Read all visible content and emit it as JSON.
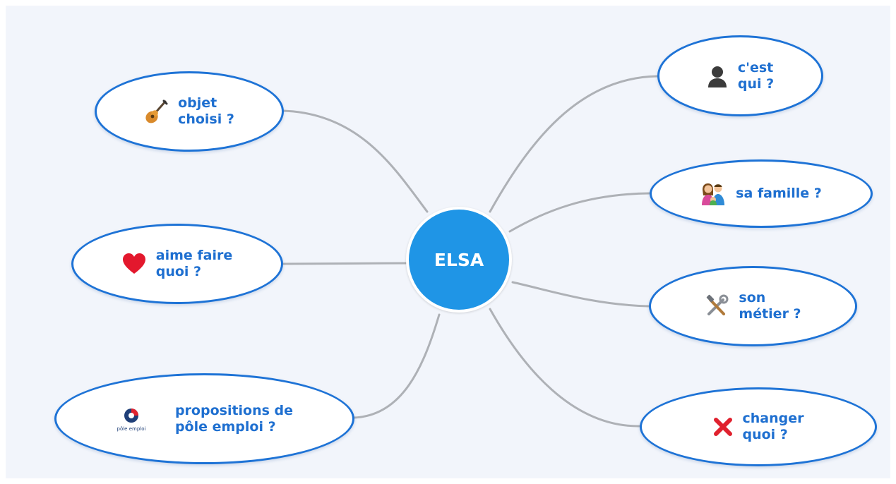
{
  "center": {
    "label": "ELSA"
  },
  "nodes": [
    {
      "id": "objet",
      "label": "objet\nchoisi ?",
      "icon": "guitar-icon"
    },
    {
      "id": "aime",
      "label": "aime faire\nquoi ?",
      "icon": "heart-icon"
    },
    {
      "id": "prop",
      "label": "propositions de\npôle emploi ?",
      "icon": "pole-emploi-logo",
      "logo_text": "pôle emploi"
    },
    {
      "id": "cest",
      "label": "c'est\nqui ?",
      "icon": "person-icon"
    },
    {
      "id": "famille",
      "label": "sa famille ?",
      "icon": "family-icon"
    },
    {
      "id": "metier",
      "label": "son\nmétier ?",
      "icon": "tools-icon"
    },
    {
      "id": "changer",
      "label": "changer\nquoi ?",
      "icon": "cross-icon"
    }
  ],
  "colors": {
    "background": "#f2f5fb",
    "center_fill": "#1f95e6",
    "bubble_border": "#1e73d6",
    "label_text": "#1e6fd0",
    "link": "#aeb1b6"
  }
}
